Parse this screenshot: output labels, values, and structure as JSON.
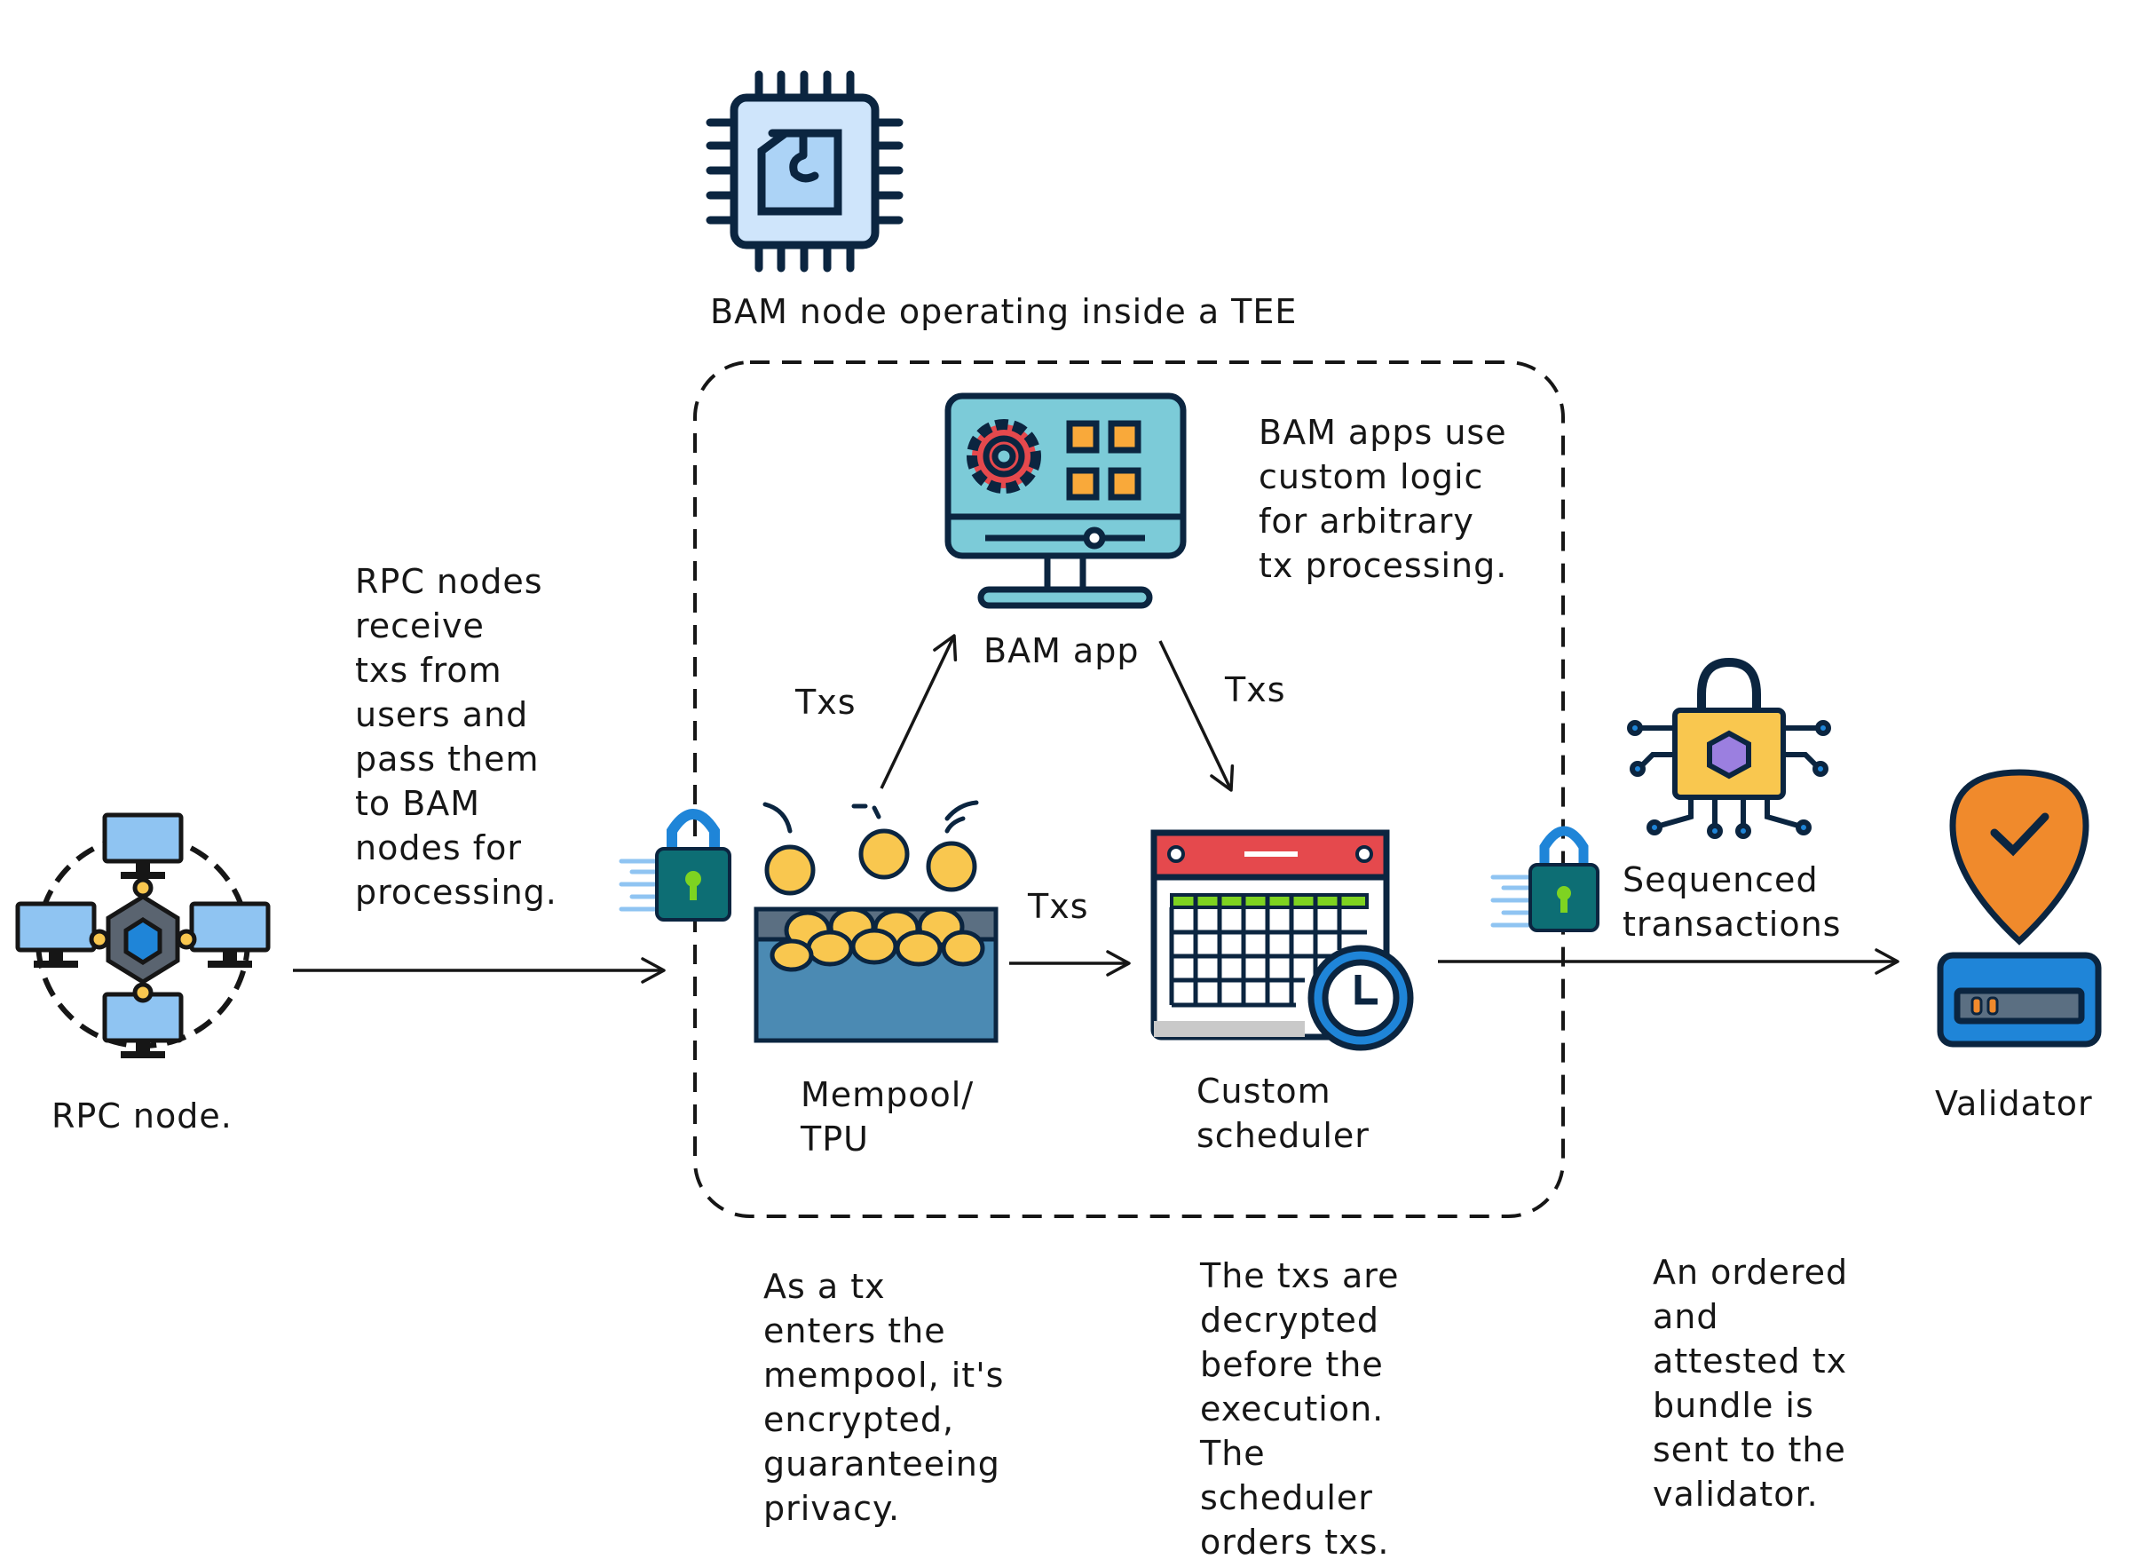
{
  "tee": {
    "title": "BAM node operating inside a TEE"
  },
  "nodes": {
    "rpc": "RPC node.",
    "bam_app": "BAM app",
    "mempool": "Mempool/\nTPU",
    "scheduler": "Custom\nscheduler",
    "sequenced": "Sequenced\ntransactions",
    "validator": "Validator"
  },
  "edges": {
    "mempool_to_app": "Txs",
    "app_to_scheduler": "Txs",
    "mempool_to_scheduler": "Txs"
  },
  "notes": {
    "rpc": "RPC nodes\nreceive\ntxs from\nusers and\npass them\nto BAM\nnodes for\nprocessing.",
    "bam_apps": "BAM apps use\ncustom logic\nfor arbitrary\ntx processing.",
    "mempool": "As a tx\nenters the\nmempool, it's\nencrypted,\nguaranteeing\nprivacy.",
    "scheduler": "The txs are\ndecrypted\nbefore the\nexecution.\nThe\nscheduler\norders txs.",
    "validator": "An ordered\nand\nattested tx\nbundle is\nsent to the\nvalidator."
  },
  "icons": [
    "cpu-chip-icon",
    "rpc-network-icon",
    "bam-app-monitor-icon",
    "coin-mempool-icon",
    "calendar-clock-icon",
    "padlock-icon",
    "padlock-circuit-icon",
    "validator-pin-icon"
  ],
  "colors": {
    "ink": "#161616",
    "outline": "#0b2540",
    "blue_light": "#cfe5fb",
    "blue_mid": "#8fc4f2",
    "teal": "#7ccbd8",
    "coin": "#f9c74f",
    "red": "#e5494d",
    "green": "#7ed321",
    "orange": "#f08a2c",
    "lock_blue": "#1f85d8",
    "lock_teal": "#0d6e74"
  }
}
